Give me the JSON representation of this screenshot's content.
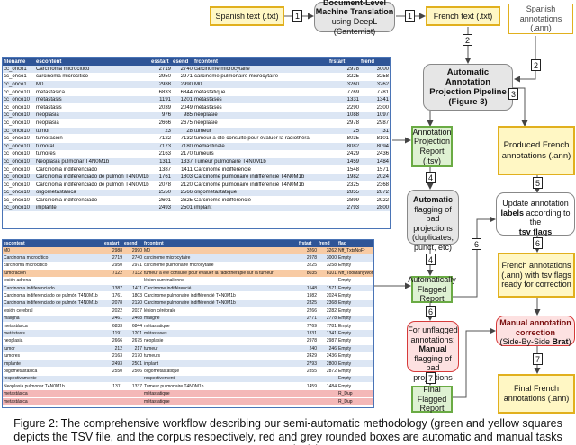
{
  "nodes": {
    "spanish_text": "Spanish text (.txt)",
    "mt_title": "Document-Level Machine Translation",
    "mt_sub": "using DeepL (Cantemist)",
    "french_text": "French text (.txt)",
    "spanish_ann": "Spanish annotations (.ann)",
    "pipeline_title": "Automatic Annotation Projection Pipeline",
    "pipeline_ref": "(Figure 3)",
    "proj_report": "Annotation Projection Report (.tsv)",
    "produced_fr": "Produced French annotations (.ann)",
    "auto_flag_bold": "Automatic",
    "auto_flag_rest": " flagging of bad projections (duplicates, punct, etc)",
    "update_pre": "Update annotation",
    "update_bold1": "labels",
    "update_mid": " according to the",
    "update_bold2": "tsv flags",
    "fr_with_flags": "French annotations (.ann) with tsv flags ready for correction",
    "auto_flagged": "Automatically Flagged Report",
    "unflagged_pre": "For unflagged annotations:",
    "unflagged_bold": "Manual",
    "unflagged_post": "flagging of bad projections",
    "manual_corr_bold": "Manual annotation correction",
    "manual_corr_sub": "(Side-By-Side",
    "manual_corr_brat": "Brat",
    "manual_corr_end": ")",
    "final_flagged": "Final Flagged Report",
    "final_french": "Final French annotations (.ann)"
  },
  "step_numbers": [
    "1",
    "1",
    "2",
    "2",
    "3",
    "4",
    "4",
    "5",
    "6",
    "6",
    "6",
    "7",
    "7"
  ],
  "table1": {
    "headers": [
      "filename",
      "escontent",
      "esstart",
      "esend",
      "frcontent",
      "frstart",
      "frend"
    ],
    "rows": [
      [
        "cc_onco1",
        "Carcinoma microcítico",
        "2719",
        "2740",
        "carcinome microcytaire",
        "2978",
        "3000"
      ],
      [
        "cc_onco1",
        "carcinoma microcítico",
        "2950",
        "2971",
        "carcinome pulmonaire microcytaire",
        "3225",
        "3258"
      ],
      [
        "cc_onco1",
        "M0",
        "2988",
        "2990",
        "M0",
        "3260",
        "3262"
      ],
      [
        "cc_onco10",
        "metastásica",
        "6833",
        "6844",
        "métastatique",
        "7769",
        "7781"
      ],
      [
        "cc_onco10",
        "metástasis",
        "1191",
        "1201",
        "métastases",
        "1331",
        "1341"
      ],
      [
        "cc_onco10",
        "metástasis",
        "2039",
        "2049",
        "métastases",
        "2290",
        "2300"
      ],
      [
        "cc_onco10",
        "neoplasia",
        "976",
        "985",
        "néoplasie",
        "1088",
        "1097"
      ],
      [
        "cc_onco10",
        "neoplasia",
        "2666",
        "2675",
        "néoplasie",
        "2978",
        "2987"
      ],
      [
        "cc_onco10",
        "tumor",
        "23",
        "28",
        "tumeur",
        "25",
        "31"
      ],
      [
        "cc_onco10",
        "tumoración",
        "7122",
        "7132",
        "tumeur a été consulté pour évaluer la radiothéra",
        "8035",
        "8101"
      ],
      [
        "cc_onco10",
        "tumoral",
        "7173",
        "7180",
        "médiastinale",
        "8082",
        "8094"
      ],
      [
        "cc_onco10",
        "tumores",
        "2163",
        "2170",
        "tumeurs",
        "2429",
        "2436"
      ],
      [
        "cc_onco10",
        "Neoplasia pulmonar T4N0M1b",
        "1311",
        "1337",
        "Tumeur pulmonaire T4N0M1b",
        "1459",
        "1484"
      ],
      [
        "cc_onco10",
        "Carcinoma indiferenciado",
        "1387",
        "1411",
        "Carcinome indifférencié",
        "1548",
        "1571"
      ],
      [
        "cc_onco10",
        "Carcinoma indiferenciado de pulmón T4N0M1b",
        "1761",
        "1803",
        "Carcinome pulmonaire indifférencié T4N0M1b",
        "1982",
        "2024"
      ],
      [
        "cc_onco10",
        "Carcinoma indiferenciado de pulmón T4N0M1b",
        "2078",
        "2120",
        "Carcinome pulmonaire indifférencié T4N0M1b",
        "2325",
        "2368"
      ],
      [
        "cc_onco10",
        "oligometastásica",
        "2550",
        "2566",
        "oligométastatique",
        "2855",
        "2872"
      ],
      [
        "cc_onco10",
        "Carcinoma indiferenciado",
        "2601",
        "2625",
        "Carcinome indifférencié",
        "2899",
        "2922"
      ],
      [
        "cc_onco10",
        "implante",
        "2493",
        "2501",
        "implant",
        "2793",
        "2800"
      ]
    ]
  },
  "table2": {
    "headers": [
      "escontent",
      "esstart",
      "esend",
      "frcontent",
      "frstart",
      "frend",
      "flag"
    ],
    "rows": [
      [
        "M0",
        "2988",
        "2990",
        "M0",
        "3260",
        "3262",
        "Nff_TxtsNoFr"
      ],
      [
        "Carcinoma microcítico",
        "2719",
        "2740",
        "carcinome microcytaire",
        "2978",
        "3000",
        "Empty"
      ],
      [
        "carcinoma microcítico",
        "2950",
        "2971",
        "carcinome pulmonaire microcytaire",
        "3225",
        "3258",
        "Empty"
      ],
      [
        "tumoración",
        "7122",
        "7132",
        "tumeur a été consulté pour évaluer la radiothérapie sur la tumeur",
        "8035",
        "8101",
        "Nff_TooManyWords"
      ],
      [
        "lesión adrenal",
        "",
        "",
        "lésion surrénalienne",
        "",
        "",
        "Empty"
      ],
      [
        "Carcinoma indiferenciado",
        "1387",
        "1411",
        "Carcinome indifférencié",
        "1548",
        "1571",
        "Empty"
      ],
      [
        "Carcinoma indiferenciado de pulmón T4N0M1b",
        "1761",
        "1803",
        "Carcinome pulmonaire indifférencié T4N0M1b",
        "1982",
        "2024",
        "Empty"
      ],
      [
        "Carcinoma indiferenciado de pulmón T4N0M1b",
        "2078",
        "2120",
        "Carcinome pulmonaire indifférencié T4N0M1b",
        "2325",
        "2368",
        "Empty"
      ],
      [
        "lesión cerebral",
        "2022",
        "2037",
        "lésion cérébrale",
        "2266",
        "2282",
        "Empty"
      ],
      [
        "maligna",
        "2461",
        "2468",
        "maligne",
        "2771",
        "2778",
        "Empty"
      ],
      [
        "metastásica",
        "6833",
        "6844",
        "métastatique",
        "7769",
        "7781",
        "Empty"
      ],
      [
        "metástasis",
        "1191",
        "1201",
        "métastases",
        "1331",
        "1341",
        "Empty"
      ],
      [
        "neoplasia",
        "2666",
        "2675",
        "néoplasie",
        "2978",
        "2987",
        "Empty"
      ],
      [
        "tumor",
        "212",
        "217",
        "tumeur",
        "240",
        "246",
        "Empty"
      ],
      [
        "tumores",
        "2163",
        "2170",
        "tumeurs",
        "2429",
        "2436",
        "Empty"
      ],
      [
        "implante",
        "2493",
        "2501",
        "implant",
        "2793",
        "2800",
        "Empty"
      ],
      [
        "oligometastásica",
        "2550",
        "2566",
        "oligométastatique",
        "2855",
        "2872",
        "Empty"
      ],
      [
        "respectivamente",
        "",
        "",
        "respectivement",
        "",
        "",
        "Empty"
      ],
      [
        "Neoplasia pulmonar T4N0M1b",
        "1311",
        "1337",
        "Tumeur pulmonaire T4N0M1b",
        "1459",
        "1484",
        "Empty"
      ],
      [
        "metastásica",
        "",
        "",
        "métastatique",
        "",
        "",
        "R_Dup"
      ],
      [
        "metastásica",
        "",
        "",
        "métastatique",
        "",
        "",
        "R_Dup"
      ]
    ],
    "row_styles": [
      "org",
      "",
      "",
      "org",
      "",
      "",
      "",
      "",
      "",
      "",
      "",
      "",
      "",
      "",
      "",
      "",
      "",
      "",
      "",
      "red",
      "red"
    ]
  },
  "caption": "Figure 2: The comprehensive workflow describing our semi-automatic methodology (green and yellow squares depicts the TSV file, and the corpus respectively, red and grey rounded boxes are automatic and manual tasks respectively)",
  "colors": {
    "yellow_fill": "#fff7c4",
    "yellow_border": "#e1b01e",
    "green_fill": "#def1d2",
    "green_border": "#6aab44",
    "red_border": "#d63a3a",
    "table_header": "#2f5597"
  }
}
